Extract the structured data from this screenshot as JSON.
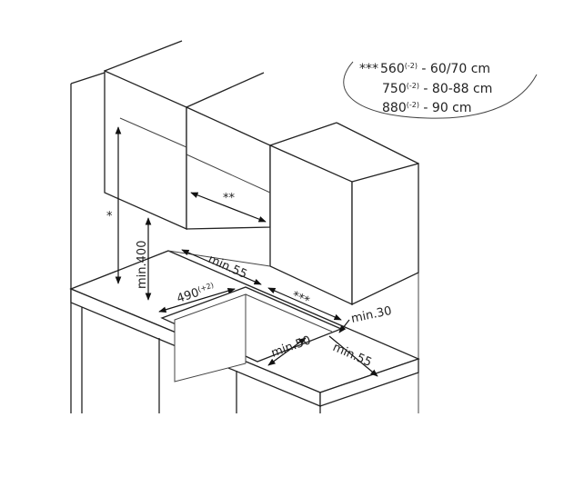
{
  "legend": {
    "rows": [
      {
        "marker": "***",
        "value": "560",
        "tolerance": "(-2)",
        "range": " - 60/70 cm"
      },
      {
        "marker": "",
        "value": "750",
        "tolerance": "(-2)",
        "range": " - 80-88 cm"
      },
      {
        "marker": "",
        "value": "880",
        "tolerance": "(-2)",
        "range": " - 90 cm"
      }
    ]
  },
  "labels": {
    "star1": "*",
    "star2": "**",
    "star3": "***",
    "min400": "min.400",
    "min55_back": "min.55",
    "cutout_width": "490",
    "cutout_tol": "(+2)",
    "min30": "min.30",
    "min50": "min.50",
    "min55_front": "min.55"
  }
}
